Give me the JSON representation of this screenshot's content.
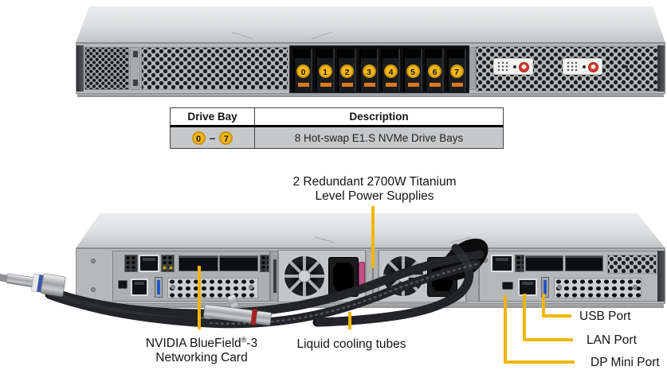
{
  "colors": {
    "annotation": "#F2B50D",
    "bay-yellow": "#F0B81E",
    "bay-ring": "#C9930E",
    "latch-orange": "#D97A1F",
    "usb-blue": "#2257C4",
    "psu-tab-pink": "#C34E86"
  },
  "front_view": {
    "drive_numbers": [
      "0",
      "1",
      "2",
      "3",
      "4",
      "5",
      "6",
      "7"
    ]
  },
  "drive_table": {
    "headers": [
      "Drive Bay",
      "Description"
    ],
    "row": {
      "bay_start": "0",
      "bay_separator": "–",
      "bay_end": "7",
      "description": "8 Hot-swap E1.S NVMe Drive Bays"
    }
  },
  "annotations": {
    "power_supplies": {
      "line1": "2 Redundant 2700W Titanium",
      "line2": "Level Power Supplies"
    },
    "networking_card": {
      "line1_pre": "NVIDIA BlueField",
      "registered_mark": "®",
      "line1_post": "-3",
      "line2": "Networking Card"
    },
    "liquid_cooling": {
      "label": "Liquid cooling tubes"
    },
    "usb_port": {
      "label": "USB Port"
    },
    "lan_port": {
      "label": "LAN Port"
    },
    "dp_mini_port": {
      "label": "DP Mini Port"
    }
  }
}
